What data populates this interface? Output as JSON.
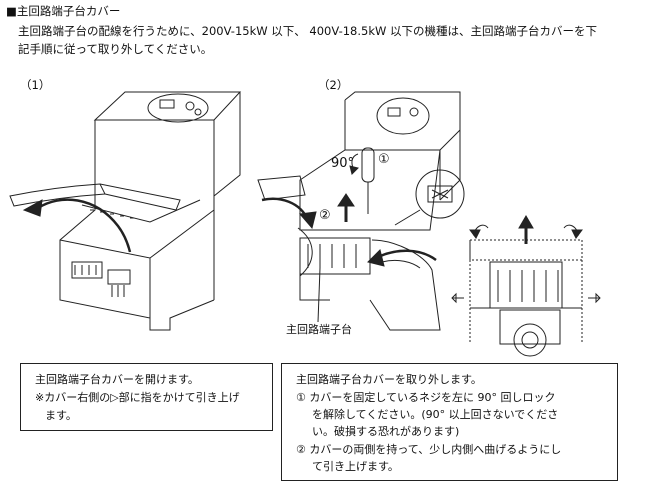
{
  "header": {
    "title": "■主回路端子台カバー",
    "intro_line1": "主回路端子台の配線を行うために、200V-15kW 以下、 400V-18.5kW 以下の機種は、主回路端子台カバーを下",
    "intro_line2": "記手順に従って取り外してください。"
  },
  "figures": {
    "step1_label": "（1）",
    "step2_label": "（2）",
    "angle_label": "90°",
    "marker_1": "①",
    "marker_2": "②",
    "callout_label": "主回路端子台"
  },
  "instructions": {
    "box1": {
      "line1": "主回路端子台カバーを開けます。",
      "line2": "※カバー右側の▷部に指をかけて引き上げ",
      "line3": "ます。"
    },
    "box2": {
      "line1": "主回路端子台カバーを取り外します。",
      "line2": "① カバーを固定しているネジを左に 90° 回しロック",
      "line3": "を解除してください。(90° 以上回さないでくださ",
      "line4": "い。破損する恐れがあります)",
      "line5": "② カバーの両側を持って、少し内側へ曲げるようにし",
      "line6": "て引き上げます。"
    }
  }
}
